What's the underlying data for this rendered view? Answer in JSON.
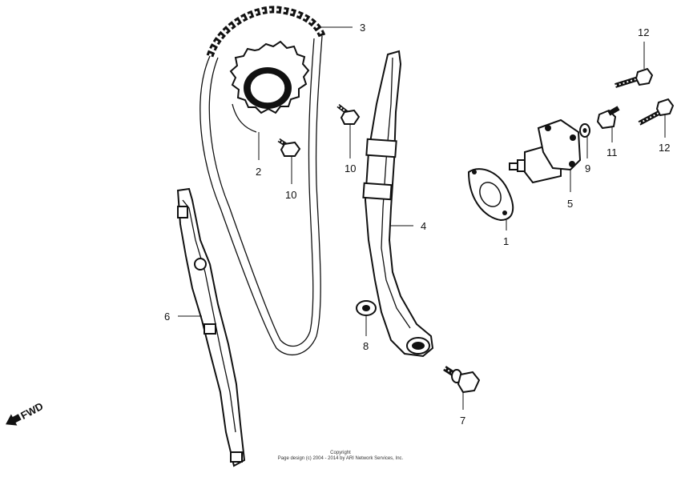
{
  "callouts": {
    "c1": "1",
    "c2": "2",
    "c3": "3",
    "c4": "4",
    "c5": "5",
    "c6": "6",
    "c7": "7",
    "c8": "8",
    "c9": "9",
    "c10a": "10",
    "c10b": "10",
    "c11": "11",
    "c12a": "12",
    "c12b": "12"
  },
  "fwd_label": "FWD",
  "copyright": {
    "line1": "Copyright",
    "line2": "Page design (c) 2004 - 2014 by ARI Network Services, Inc."
  }
}
